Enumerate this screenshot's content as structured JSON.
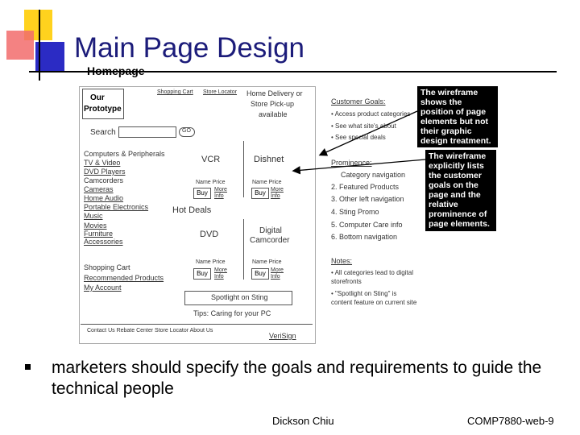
{
  "slide": {
    "title": "Main Page Design",
    "bullet": "marketers should specify the goals and requirements to guide the technical people",
    "footer_author": "Dickson Chiu",
    "footer_course": "COMP7880-web-9"
  },
  "wireframe": {
    "heading": "Homepage",
    "logo_line1": "Our",
    "logo_line2": "Prototype",
    "top_links": [
      "Shopping Cart",
      "Store Locator"
    ],
    "delivery": [
      "Home Delivery or",
      "Store Pick-up",
      "available"
    ],
    "search_label": "Search",
    "search_go": "GO",
    "categories": [
      "Computers & Peripherals",
      "TV & Video",
      "DVD Players",
      "Camcorders",
      "Cameras",
      "Home Audio",
      "Portable Electronics",
      "Music",
      "Movies",
      "Furniture",
      "Accessories"
    ],
    "account_links": [
      "Shopping Cart",
      "Recommended Products",
      "My Account"
    ],
    "products": {
      "vcr": "VCR",
      "dishnet": "Dishnet",
      "dvd": "DVD",
      "digital_camcorder": [
        "Digital",
        "Camcorder"
      ],
      "name_price": "Name Price",
      "buy": "Buy",
      "more_info": [
        "More",
        "Info"
      ]
    },
    "hot_deals": "Hot Deals",
    "spotlight": "Spotlight on Sting",
    "tips": "Tips: Caring for your PC",
    "footer_links": "Contact Us  Rebate Center  Store Locator  About Us",
    "footer_right": "VeriSign",
    "customer_goals_heading": "Customer Goals:",
    "customer_goals": [
      "• Access product categories",
      "• See what site's about",
      "• See special deals"
    ],
    "prominence_heading": "Prominence:",
    "prominence": [
      "Category navigation",
      "2. Featured Products",
      "3. Other left navigation",
      "4. Sting Promo",
      "5. Computer Care info",
      "6. Bottom navigation"
    ],
    "notes_heading": "Notes:",
    "notes": [
      "• All categories lead to digital",
      "  storefronts",
      "• \"Spotlight on Sting\" is",
      "  content feature on current site"
    ]
  },
  "callouts": [
    "The wireframe shows the position of page elements but not their graphic design treatment.",
    "The wireframe explicitly lists the customer goals on the page and the relative prominence of page elements."
  ]
}
